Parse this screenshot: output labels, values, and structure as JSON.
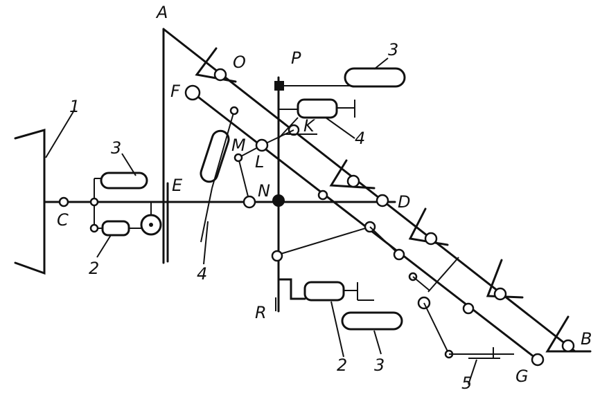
{
  "labels": {
    "A": "A",
    "O": "O",
    "P": "P",
    "F": "F",
    "K": "K",
    "M": "M",
    "L": "L",
    "E": "E",
    "N": "N",
    "C": "C",
    "D": "D",
    "R": "R",
    "B": "B",
    "G": "G"
  },
  "callouts": {
    "n1": "1",
    "n2_left": "2",
    "n2_bottom": "2",
    "n3_left": "3",
    "n3_top": "3",
    "n3_bottom": "3",
    "n4_mid": "4",
    "n4_right": "4",
    "n5": "5"
  },
  "colors": {
    "ink": "#111111",
    "paper": "#ffffff"
  }
}
